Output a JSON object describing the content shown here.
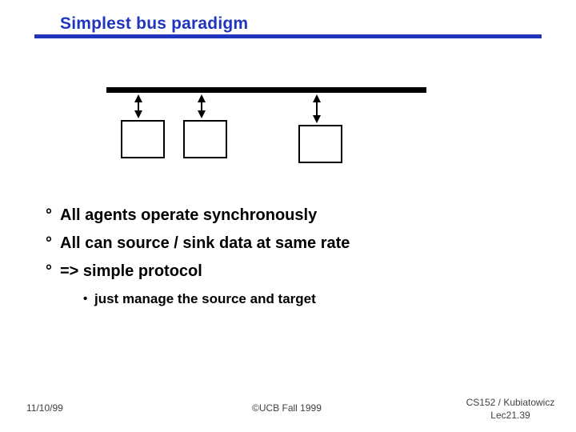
{
  "slide": {
    "title": "Simplest bus paradigm",
    "bullets": [
      {
        "marker": "°",
        "text": "All agents operate synchronously"
      },
      {
        "marker": "°",
        "text": "All can source / sink data at same rate"
      },
      {
        "marker": "°",
        "text": "=> simple protocol"
      },
      {
        "marker": "•",
        "text": "just manage the source and target"
      }
    ],
    "footer": {
      "date": "11/10/99",
      "copyright": "©UCB Fall 1999",
      "course": "CS152 / Kubiatowicz",
      "lecture_number": "Lec21.39"
    },
    "colors": {
      "title_blue": "#1f35bd",
      "body_text": "#000000",
      "footer_text": "#404040",
      "diagram_black": "#000000"
    }
  }
}
